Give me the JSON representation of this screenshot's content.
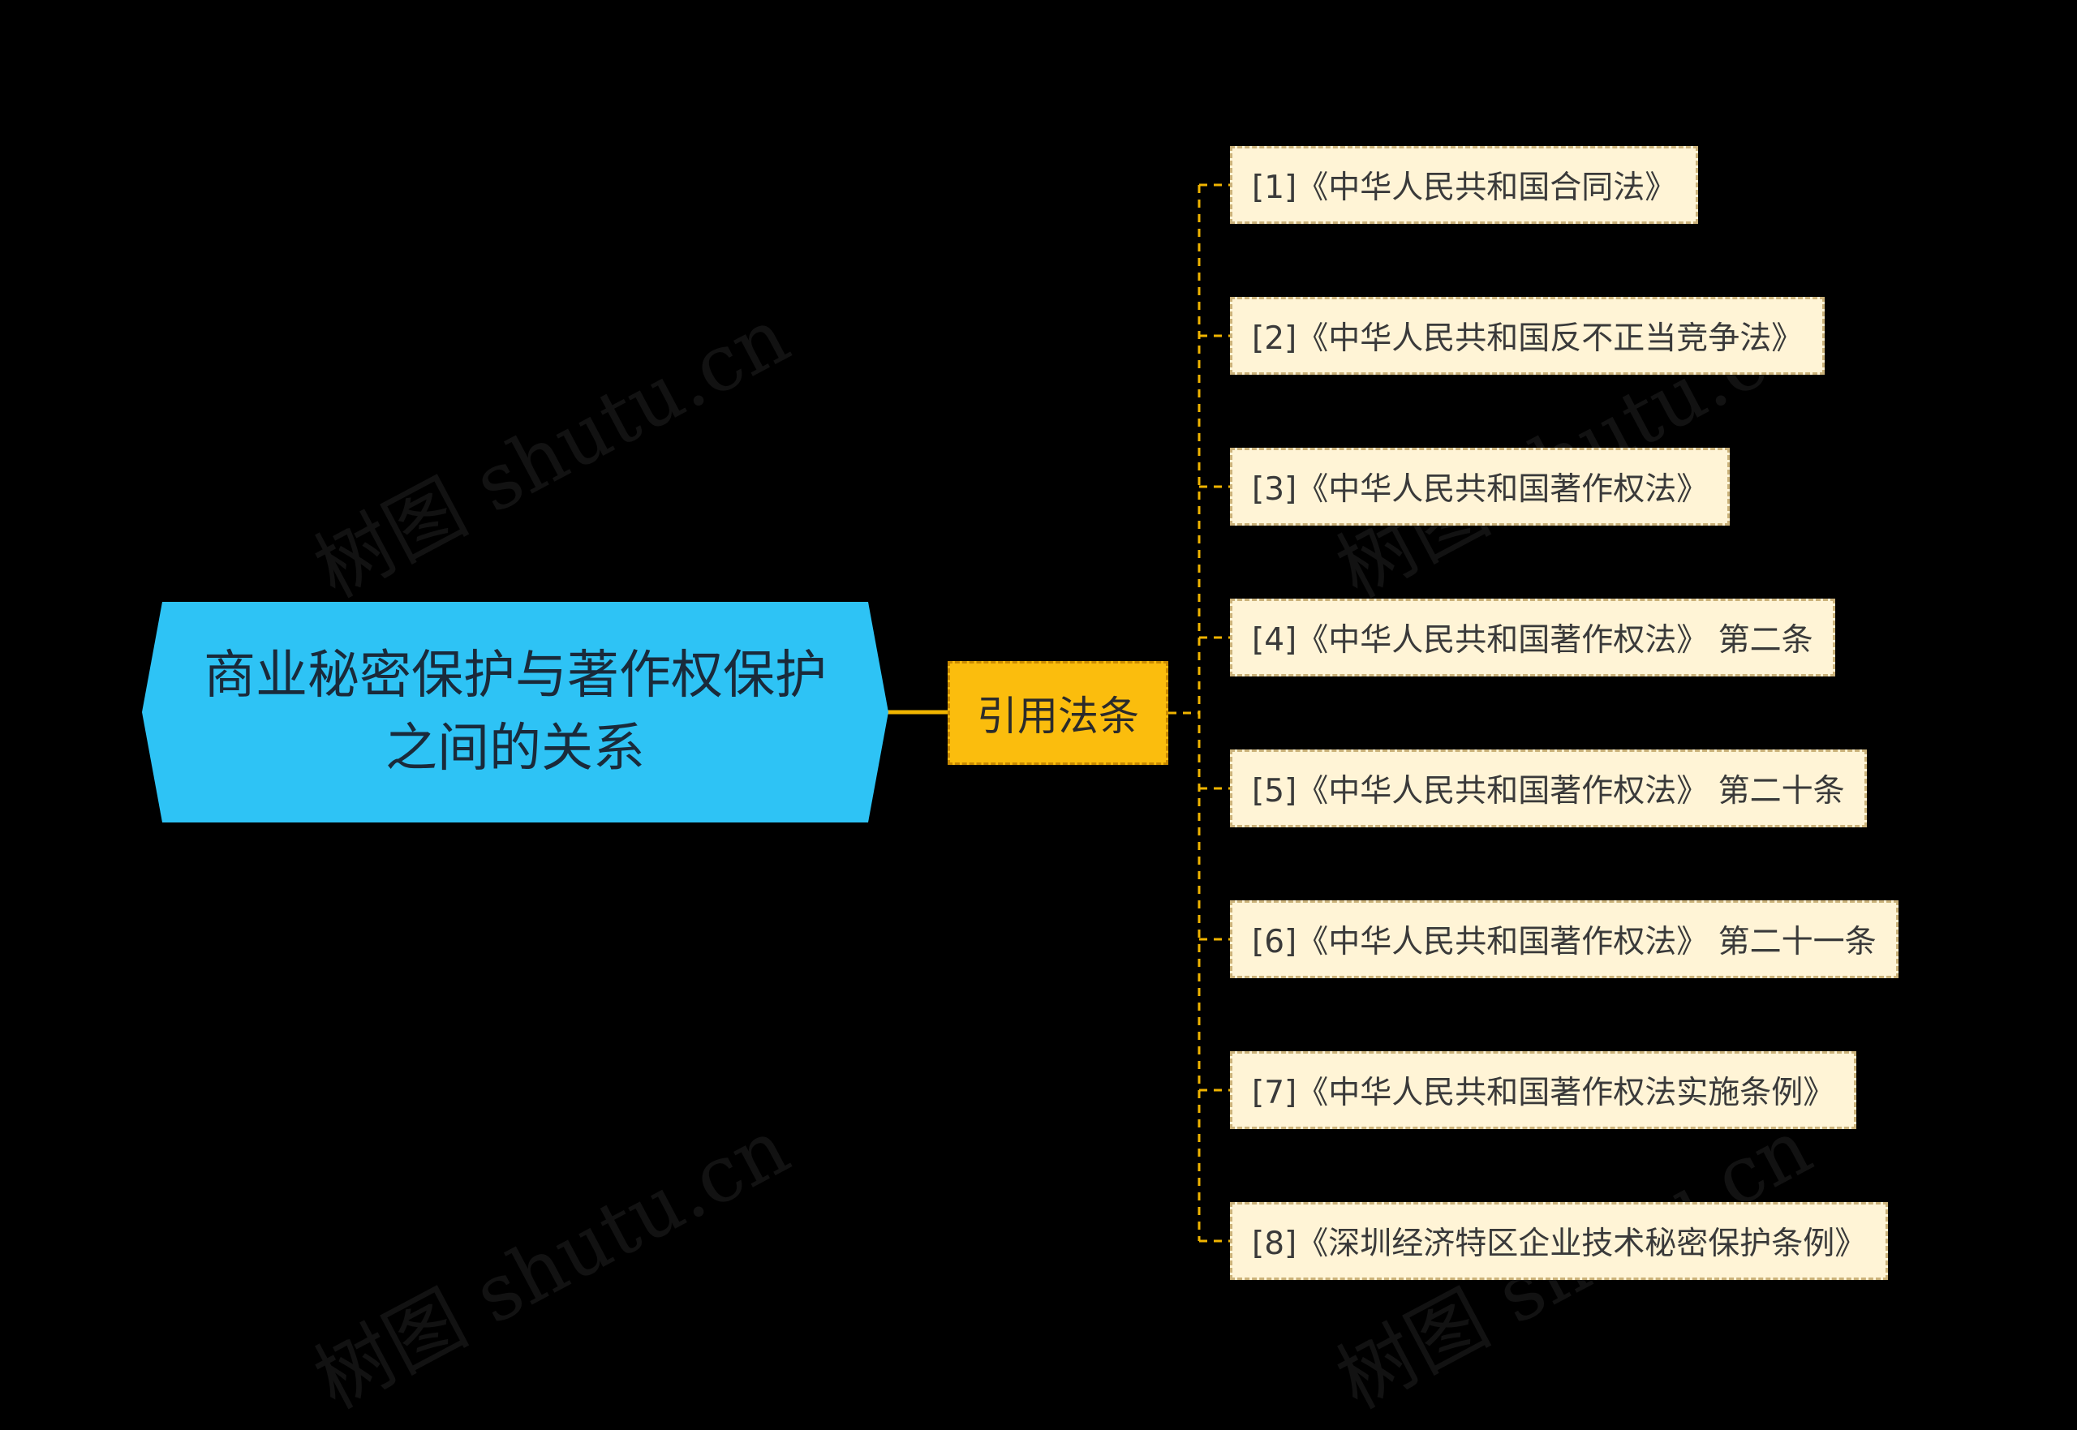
{
  "root": {
    "label": "商业秘密保护与著作权保护之间的关系"
  },
  "branch": {
    "label": "引用法条"
  },
  "leaves": [
    "[1]《中华人民共和国合同法》",
    "[2]《中华人民共和国反不正当竞争法》",
    "[3]《中华人民共和国著作权法》",
    "[4]《中华人民共和国著作权法》 第二条",
    "[5]《中华人民共和国著作权法》 第二十条",
    "[6]《中华人民共和国著作权法》 第二十一条",
    "[7]《中华人民共和国著作权法实施条例》",
    "[8]《深圳经济特区企业技术秘密保护条例》"
  ],
  "watermark": {
    "text": "树图 shutu.cn"
  },
  "colors": {
    "background": "#000000",
    "root_fill": "#2ec3f5",
    "branch_fill": "#fbbd0d",
    "leaf_fill": "#fff4d6",
    "connector": "#f0b400"
  }
}
